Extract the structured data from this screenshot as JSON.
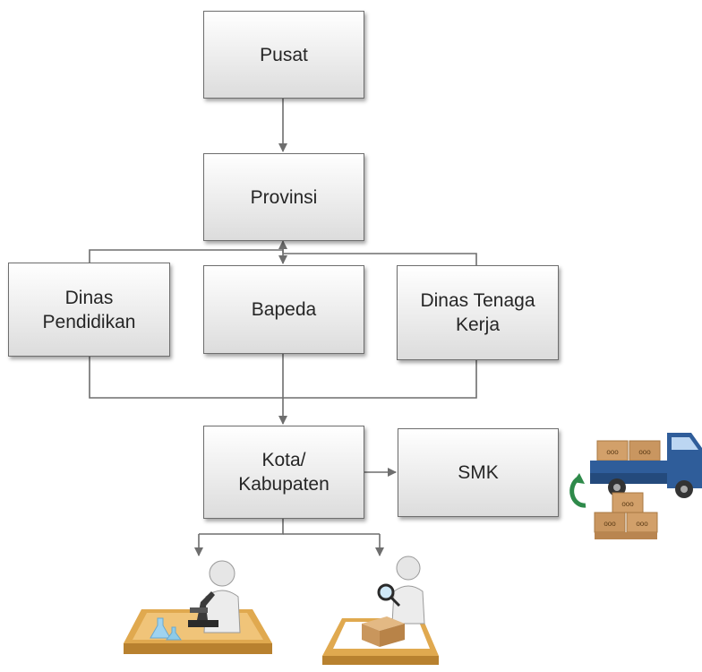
{
  "nodes": {
    "pusat": "Pusat",
    "provinsi": "Provinsi",
    "dinas_pendidikan": "Dinas\nPendidikan",
    "bapeda": "Bapeda",
    "dinas_tenaga_kerja": "Dinas Tenaga\nKerja",
    "kota_kabupaten": "Kota/\nKabupaten",
    "smk": "SMK"
  },
  "icons": {
    "delivery": "delivery-truck-icon",
    "cycle": "circular-arrow-icon",
    "research": "scientist-microscope-icon",
    "inspection": "inspector-magnifier-icon"
  },
  "colors": {
    "line": "#6e6e6e",
    "truck": "#2f5d9a",
    "crate": "#d2a06a",
    "cycle_arrow": "#2e8a4a",
    "desk": "#e0a94f"
  }
}
